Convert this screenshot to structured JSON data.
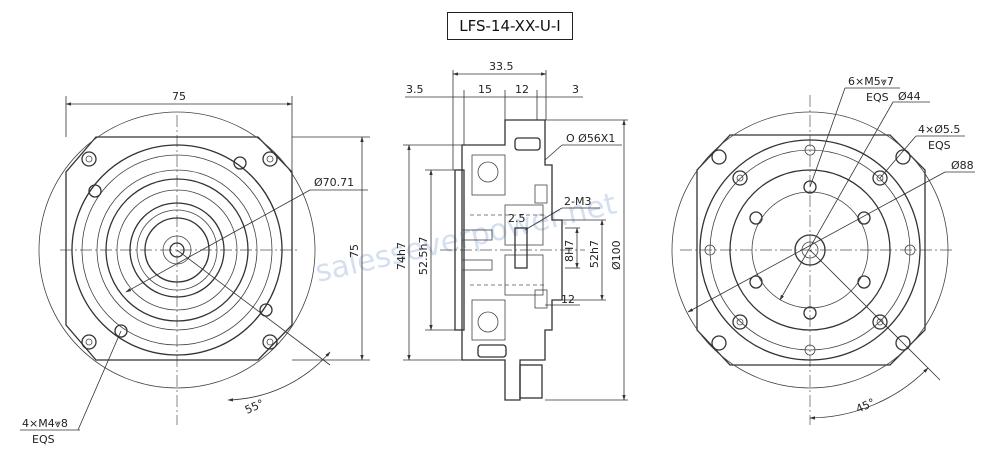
{
  "title": "LFS-14-XX-U-I",
  "watermark": "salesseverpower.net",
  "front_view": {
    "dim_width": "75",
    "dim_height": "75",
    "dim_pilot": "Ø70.71",
    "dim_angle": "55°",
    "holes_label": "4×M4⩔8",
    "holes_eqs": "EQS"
  },
  "side_view": {
    "dim_total": "33.5",
    "dim_3_5": "3.5",
    "dim_15": "15",
    "dim_12_top": "12",
    "dim_3": "3",
    "dim_o_ring": "O Ø56X1",
    "dim_2m3": "2-M3",
    "dim_2_5": "2.5",
    "dim_74h7": "74h7",
    "dim_52_5h7": "52.5h7",
    "dim_8h7": "8H7",
    "dim_52h7": "52h7",
    "dim_100": "Ø100",
    "dim_12_bottom": "12"
  },
  "rear_view": {
    "dim_m5": "6×M5⩔7",
    "dim_m5_eqs": "EQS",
    "dim_44": "Ø44",
    "dim_55": "4×Ø5.5",
    "dim_55_eqs": "EQS",
    "dim_88": "Ø88",
    "dim_angle": "45°"
  }
}
